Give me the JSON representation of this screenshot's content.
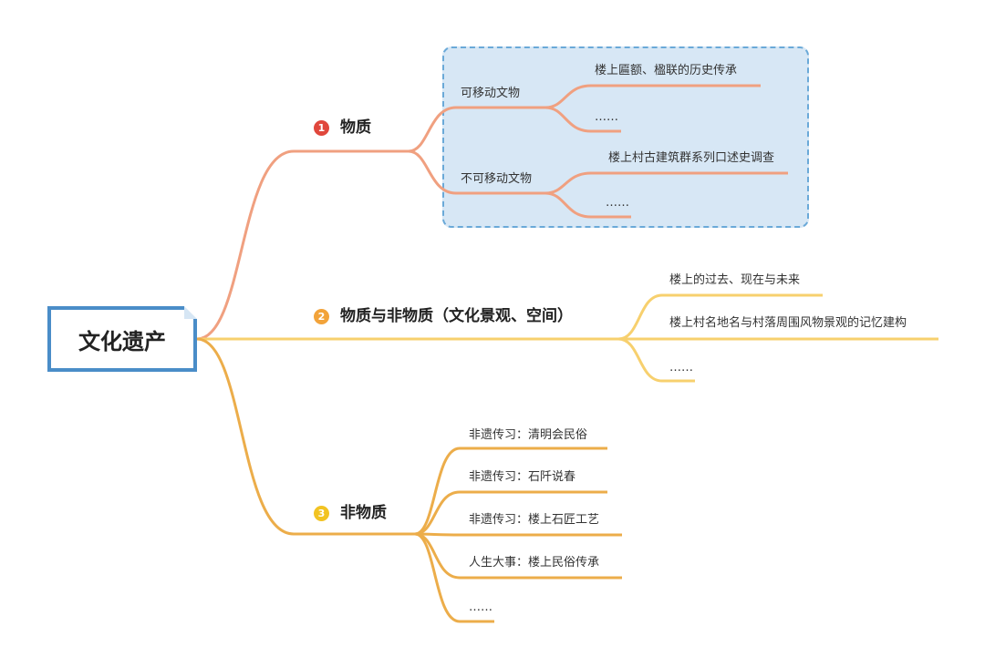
{
  "root": {
    "label": "文化遗产"
  },
  "colors": {
    "root_border": "#4a8dc8",
    "group_fill": "#d7e7f5",
    "group_border": "#6aa9d8",
    "branch1": "#f0a080",
    "branch2": "#f7d06e",
    "branch3": "#ecad4a",
    "badge1": "#e0473c",
    "badge2": "#f2a33a",
    "badge3": "#f2c322"
  },
  "branches": [
    {
      "badge": "1",
      "label": "物质",
      "groups": [
        {
          "label": "可移动文物",
          "items": [
            "楼上匾额、楹联的历史传承",
            "……"
          ]
        },
        {
          "label": "不可移动文物",
          "items": [
            "楼上村古建筑群系列口述史调查",
            "……"
          ]
        }
      ]
    },
    {
      "badge": "2",
      "label": "物质与非物质（文化景观、空间）",
      "items": [
        "楼上的过去、现在与未来",
        "楼上村名地名与村落周围风物景观的记忆建构",
        "……"
      ]
    },
    {
      "badge": "3",
      "label": "非物质",
      "items": [
        "非遗传习：清明会民俗",
        "非遗传习：石阡说春",
        "非遗传习：楼上石匠工艺",
        "人生大事：楼上民俗传承",
        "……"
      ]
    }
  ]
}
